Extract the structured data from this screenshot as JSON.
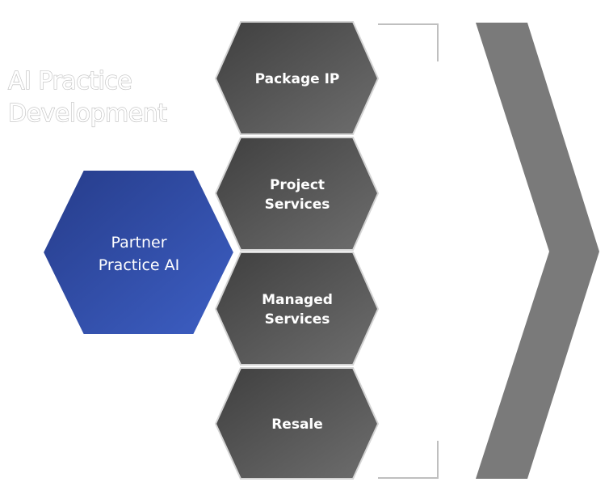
{
  "title": {
    "line1": "AI Practice",
    "line2": "Development"
  },
  "core": {
    "line1": "Partner",
    "line2": "Practice AI",
    "color": "#3a58b8"
  },
  "offerings": [
    {
      "line1": "Package IP",
      "line2": ""
    },
    {
      "line1": "Project",
      "line2": "Services"
    },
    {
      "line1": "Managed",
      "line2": "Services"
    },
    {
      "line1": "Resale",
      "line2": ""
    }
  ],
  "colors": {
    "offering_fill": "#5e5e5e",
    "chevron": "#7a7a7a"
  }
}
